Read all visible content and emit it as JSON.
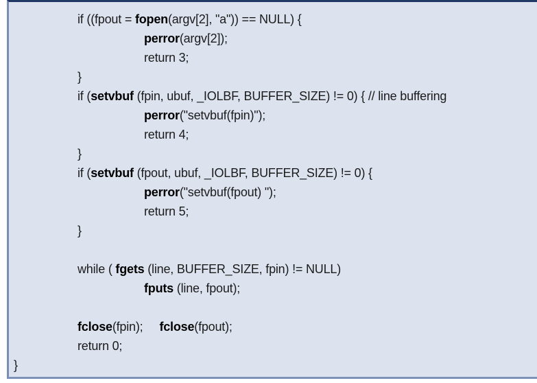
{
  "panel": {
    "background_color": "#dce3ef",
    "border_top_color": "#1f3864",
    "border_left_color": "#7b8db3",
    "border_bottom_color": "#7d92b8",
    "text_color": "#1b1b1b"
  },
  "code": {
    "language": "c",
    "lines": [
      {
        "indent": 1,
        "segments": [
          {
            "text": "if ((fpout = "
          },
          {
            "text": "fopen",
            "bold": true
          },
          {
            "text": "(argv[2], \"a\")) == NULL) {"
          }
        ]
      },
      {
        "indent": 2,
        "segments": [
          {
            "text": "perror",
            "bold": true
          },
          {
            "text": "(argv[2]);"
          }
        ]
      },
      {
        "indent": 2,
        "segments": [
          {
            "text": "return 3;"
          }
        ]
      },
      {
        "indent": 1,
        "segments": [
          {
            "text": "}"
          }
        ]
      },
      {
        "indent": 1,
        "segments": [
          {
            "text": "if ("
          },
          {
            "text": "setvbuf",
            "bold": true
          },
          {
            "text": " (fpin, ubuf, _IOLBF, BUFFER_SIZE) != 0) { // line buffering"
          }
        ]
      },
      {
        "indent": 2,
        "segments": [
          {
            "text": "perror",
            "bold": true
          },
          {
            "text": "(\"setvbuf(fpin)\");"
          }
        ]
      },
      {
        "indent": 2,
        "segments": [
          {
            "text": "return 4;"
          }
        ]
      },
      {
        "indent": 1,
        "segments": [
          {
            "text": "}"
          }
        ]
      },
      {
        "indent": 1,
        "segments": [
          {
            "text": "if ("
          },
          {
            "text": "setvbuf",
            "bold": true
          },
          {
            "text": " (fpout, ubuf, _IOLBF, BUFFER_SIZE) != 0) {"
          }
        ]
      },
      {
        "indent": 2,
        "segments": [
          {
            "text": "perror",
            "bold": true
          },
          {
            "text": "(\"setvbuf(fpout) \");"
          }
        ]
      },
      {
        "indent": 2,
        "segments": [
          {
            "text": "return 5;"
          }
        ]
      },
      {
        "indent": 1,
        "segments": [
          {
            "text": "}"
          }
        ]
      },
      {
        "indent": 1,
        "segments": []
      },
      {
        "indent": 1,
        "segments": [
          {
            "text": "while ( "
          },
          {
            "text": "fgets",
            "bold": true
          },
          {
            "text": " (line, BUFFER_SIZE, fpin) != NULL)"
          }
        ]
      },
      {
        "indent": 2,
        "segments": [
          {
            "text": "fputs",
            "bold": true
          },
          {
            "text": " (line, fpout);"
          }
        ]
      },
      {
        "indent": 1,
        "segments": []
      },
      {
        "indent": 1,
        "segments": [
          {
            "text": "fclose",
            "bold": true
          },
          {
            "text": "(fpin);     "
          },
          {
            "text": "fclose",
            "bold": true
          },
          {
            "text": "(fpout);"
          }
        ]
      },
      {
        "indent": 1,
        "segments": [
          {
            "text": "return 0;"
          }
        ]
      },
      {
        "indent": 0,
        "segments": [
          {
            "text": "}"
          }
        ]
      }
    ]
  }
}
